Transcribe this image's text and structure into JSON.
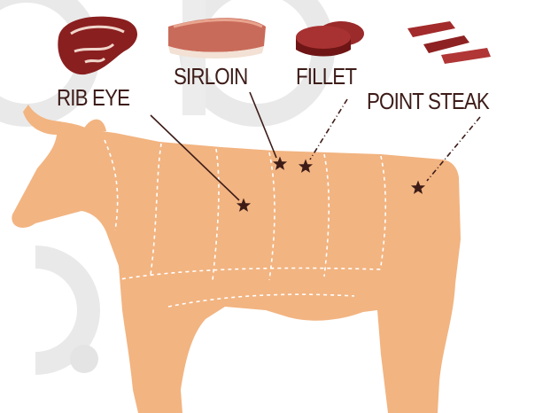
{
  "colors": {
    "cow_fill": "#f2b481",
    "cut_lines": "#ffffff",
    "label_text": "#3d1c18",
    "leader_lines": "#3d1c18",
    "star": "#3d1c18",
    "background_watermark": "#e8e8e8",
    "meat_dark": "#7a1c1c",
    "meat_light": "#b83a38"
  },
  "cuts": [
    {
      "id": "rib-eye",
      "label": "RIB EYE",
      "leader_style": "solid",
      "marker": "star-icon"
    },
    {
      "id": "sirloin",
      "label": "SIRLOIN",
      "leader_style": "solid",
      "marker": "star-icon"
    },
    {
      "id": "fillet",
      "label": "FILLET",
      "leader_style": "dash-dot",
      "marker": "star-icon"
    },
    {
      "id": "point-steak",
      "label": "POINT STEAK",
      "leader_style": "dash-dot",
      "marker": "star-icon"
    }
  ]
}
